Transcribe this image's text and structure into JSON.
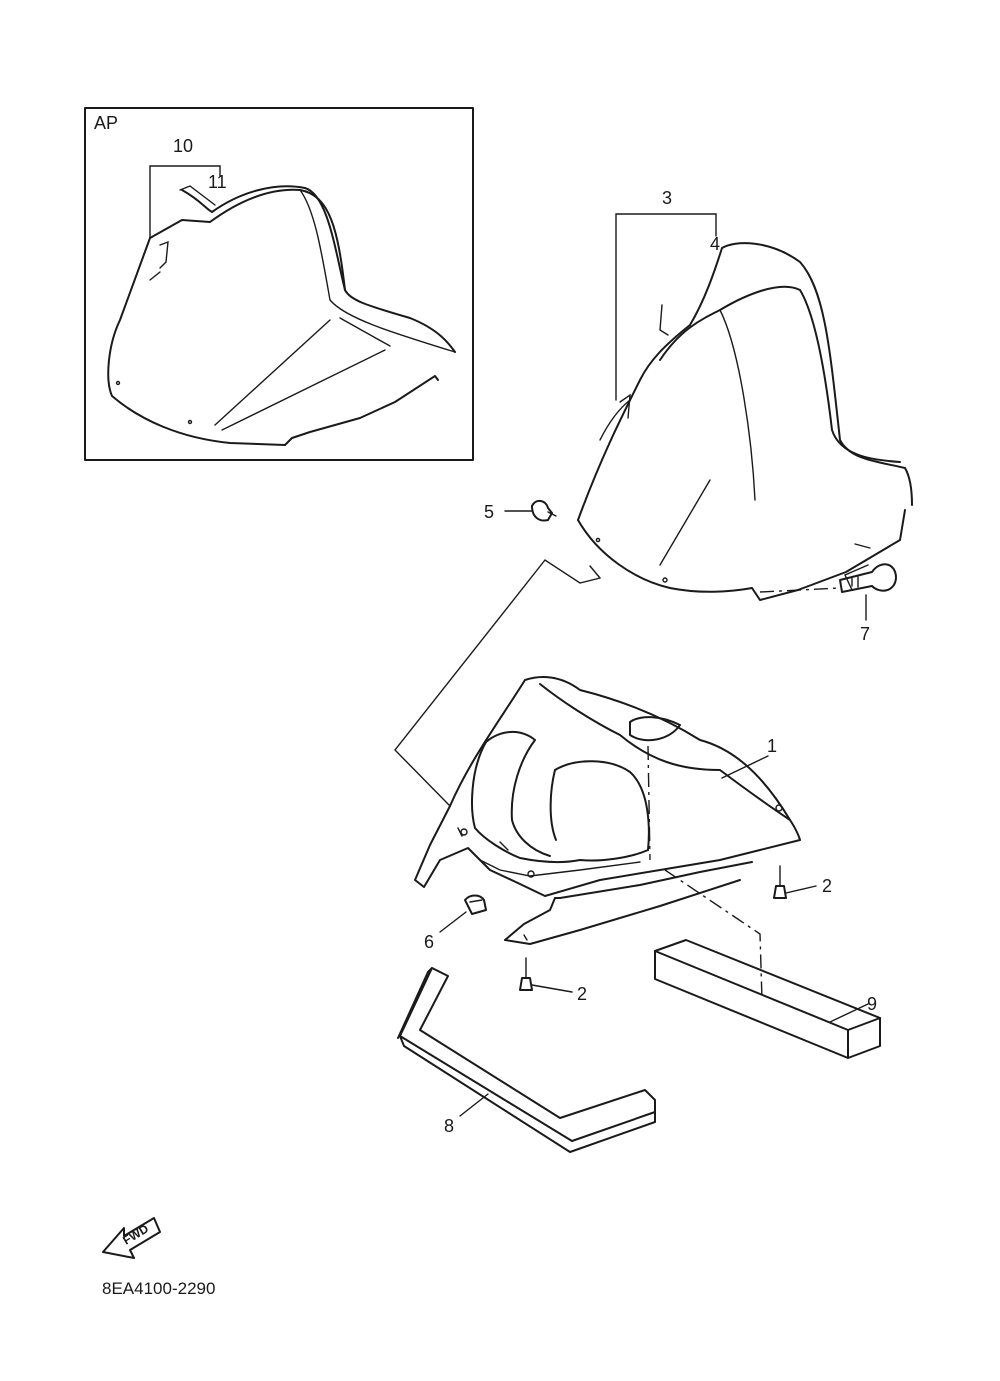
{
  "inset": {
    "label": "AP"
  },
  "callouts": {
    "p1": "1",
    "p2a": "2",
    "p2b": "2",
    "p3": "3",
    "p4": "4",
    "p5": "5",
    "p6": "6",
    "p7": "7",
    "p8": "8",
    "p9": "9",
    "p10": "10",
    "p11": "11"
  },
  "direction": {
    "label": "FWD"
  },
  "drawing_number": "8EA4100-2290"
}
